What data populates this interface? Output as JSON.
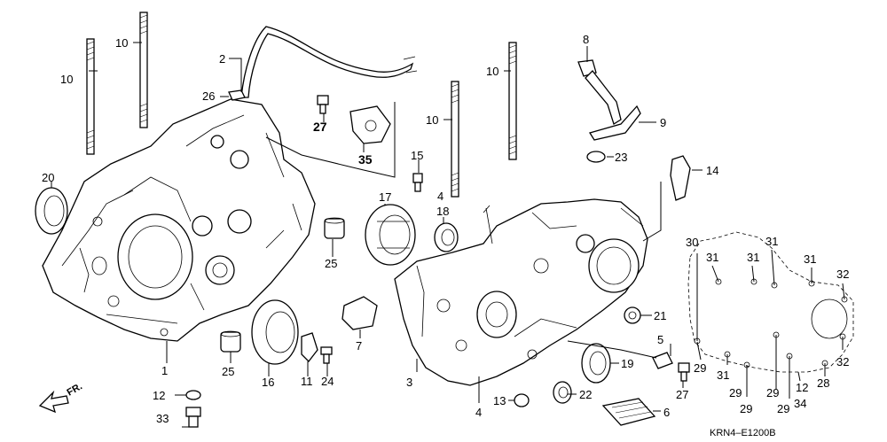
{
  "diagram": {
    "labels": {
      "l1": "1",
      "l2": "2",
      "l3": "3",
      "l4a": "4",
      "l4b": "4",
      "l5": "5",
      "l6": "6",
      "l7": "7",
      "l8": "8",
      "l9": "9",
      "l10a": "10",
      "l10b": "10",
      "l10c": "10",
      "l10d": "10",
      "l11": "11",
      "l12a": "12",
      "l12b": "12",
      "l13": "13",
      "l14": "14",
      "l15": "15",
      "l16": "16",
      "l17": "17",
      "l18": "18",
      "l19": "19",
      "l20": "20",
      "l21": "21",
      "l22": "22",
      "l23": "23",
      "l24": "24",
      "l25a": "25",
      "l25b": "25",
      "l26": "26",
      "l27a": "27",
      "l27b": "27",
      "l28": "28",
      "l29a": "29",
      "l29b": "29",
      "l29c": "29",
      "l29d": "29",
      "l29e": "29",
      "l30": "30",
      "l31a": "31",
      "l31b": "31",
      "l31c": "31",
      "l31d": "31",
      "l31e": "31",
      "l32a": "32",
      "l32b": "32",
      "l33": "33",
      "l34": "34",
      "l35": "35"
    },
    "front_marker": "FR.",
    "diagram_code": "KRN4–E1200B"
  }
}
